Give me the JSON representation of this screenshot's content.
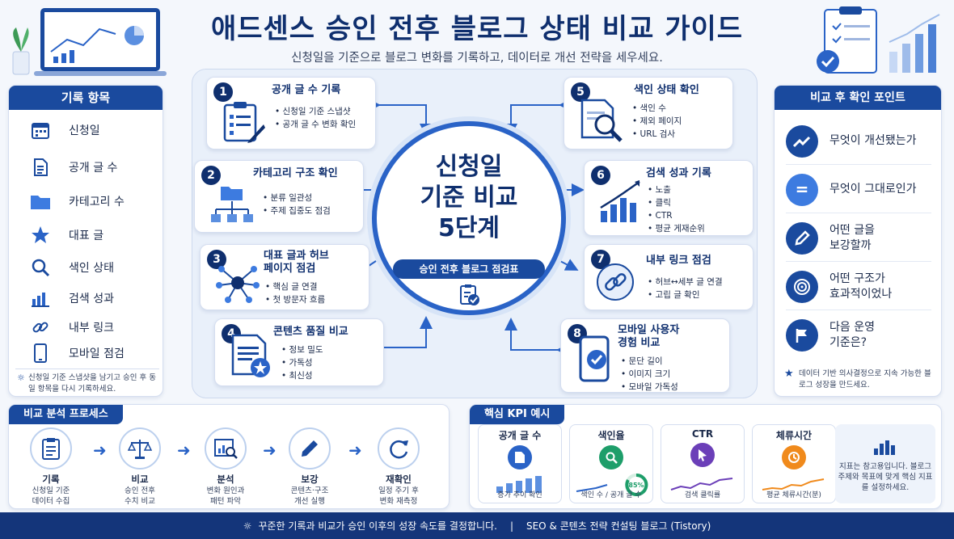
{
  "title": "애드센스 승인 전후 블로그 상태 비교 가이드",
  "subtitle": "신청일을 기준으로 블로그 변화를 기록하고, 데이터로 개선 전략을 세우세요.",
  "left_panel": {
    "title": "기록 항목",
    "items": [
      {
        "label": "신청일",
        "icon": "calendar-icon"
      },
      {
        "label": "공개 글 수",
        "icon": "document-icon"
      },
      {
        "label": "카테고리 수",
        "icon": "folder-icon"
      },
      {
        "label": "대표 글",
        "icon": "star-icon"
      },
      {
        "label": "색인 상태",
        "icon": "search-icon"
      },
      {
        "label": "검색 성과",
        "icon": "bar-chart-icon"
      },
      {
        "label": "내부 링크",
        "icon": "link-icon"
      },
      {
        "label": "모바일 점검",
        "icon": "mobile-icon"
      }
    ],
    "note": "신청일 기준 스냅샷을 남기고 승인 후 동일 항목을 다시 기록하세요."
  },
  "center": {
    "line1": "신청일",
    "line2": "기준 비교",
    "line3": "5단계",
    "pill": "승인 전후 블로그 점검표"
  },
  "steps": [
    {
      "num": "1",
      "title": "공개 글 수 기록",
      "items": [
        "신청일 기준 스냅샷",
        "공개 글 수 변화 확인"
      ]
    },
    {
      "num": "2",
      "title": "카테고리 구조 확인",
      "items": [
        "분류 일관성",
        "주제 집중도 점검"
      ]
    },
    {
      "num": "3",
      "title": "대표 글과 허브",
      "title2": "페이지 점검",
      "items": [
        "핵심 글 연결",
        "첫 방문자 흐름"
      ]
    },
    {
      "num": "4",
      "title": "콘텐츠 품질 비교",
      "items": [
        "정보 밀도",
        "가독성",
        "최신성"
      ]
    },
    {
      "num": "5",
      "title": "색인 상태 확인",
      "items": [
        "색인 수",
        "제외 페이지",
        "URL 검사"
      ]
    },
    {
      "num": "6",
      "title": "검색 성과 기록",
      "items": [
        "노출",
        "클릭",
        "CTR",
        "평균 게재순위"
      ]
    },
    {
      "num": "7",
      "title": "내부 링크 점검",
      "items": [
        "허브↔세부 글 연결",
        "고립 글 확인"
      ]
    },
    {
      "num": "8",
      "title": "모바일 사용자",
      "title2": "경험 비교",
      "items": [
        "문단 길이",
        "이미지 크기",
        "모바일 가독성"
      ]
    }
  ],
  "right_panel": {
    "title": "비교 후 확인 포인트",
    "items": [
      {
        "l1": "무엇이 개선됐는가",
        "l2": "",
        "icon": "trend-up-icon"
      },
      {
        "l1": "무엇이 그대로인가",
        "l2": "",
        "icon": "equals-icon"
      },
      {
        "l1": "어떤 글을",
        "l2": "보강할까",
        "icon": "pencil-icon"
      },
      {
        "l1": "어떤 구조가",
        "l2": "효과적이었나",
        "icon": "target-icon"
      },
      {
        "l1": "다음 운영",
        "l2": "기준은?",
        "icon": "flag-icon"
      }
    ],
    "note": "데이터 기반 의사결정으로 지속 가능한 블로그 성장을 만드세요."
  },
  "process": {
    "title": "비교 분석 프로세스",
    "steps": [
      {
        "label": "기록",
        "d1": "신청일 기준",
        "d2": "데이터 수집",
        "icon": "clipboard-icon"
      },
      {
        "label": "비교",
        "d1": "승인 전후",
        "d2": "수치 비교",
        "icon": "scale-icon"
      },
      {
        "label": "분석",
        "d1": "변화 원인과",
        "d2": "패턴 파악",
        "icon": "analysis-icon"
      },
      {
        "label": "보강",
        "d1": "콘텐츠·구조",
        "d2": "개선 실행",
        "icon": "pencil-icon"
      },
      {
        "label": "재확인",
        "d1": "일정 주기 후",
        "d2": "변화 재측정",
        "icon": "refresh-icon"
      }
    ]
  },
  "kpi": {
    "title": "핵심 KPI 예시",
    "cards": [
      {
        "title": "공개 글 수",
        "foot": "증가 추이 확인",
        "color": "#2a63c7"
      },
      {
        "title": "색인율",
        "foot": "색인 수 / 공개 글 수",
        "color": "#1e9e6a",
        "value": "85%"
      },
      {
        "title": "CTR",
        "foot": "검색 클릭률",
        "color": "#6b3fb8"
      },
      {
        "title": "체류시간",
        "foot": "평균 체류시간(분)",
        "color": "#f08a1c"
      }
    ],
    "note": "지표는 참고용입니다. 블로그 주제와 목표에 맞게 핵심 지표를 설정하세요."
  },
  "footer": {
    "left": "꾸준한 기록과 비교가 승인 이후의 성장 속도를 결정합니다.",
    "sep": "|",
    "right": "SEO & 콘텐츠 전략 컨설팅 블로그 (Tistory)"
  }
}
